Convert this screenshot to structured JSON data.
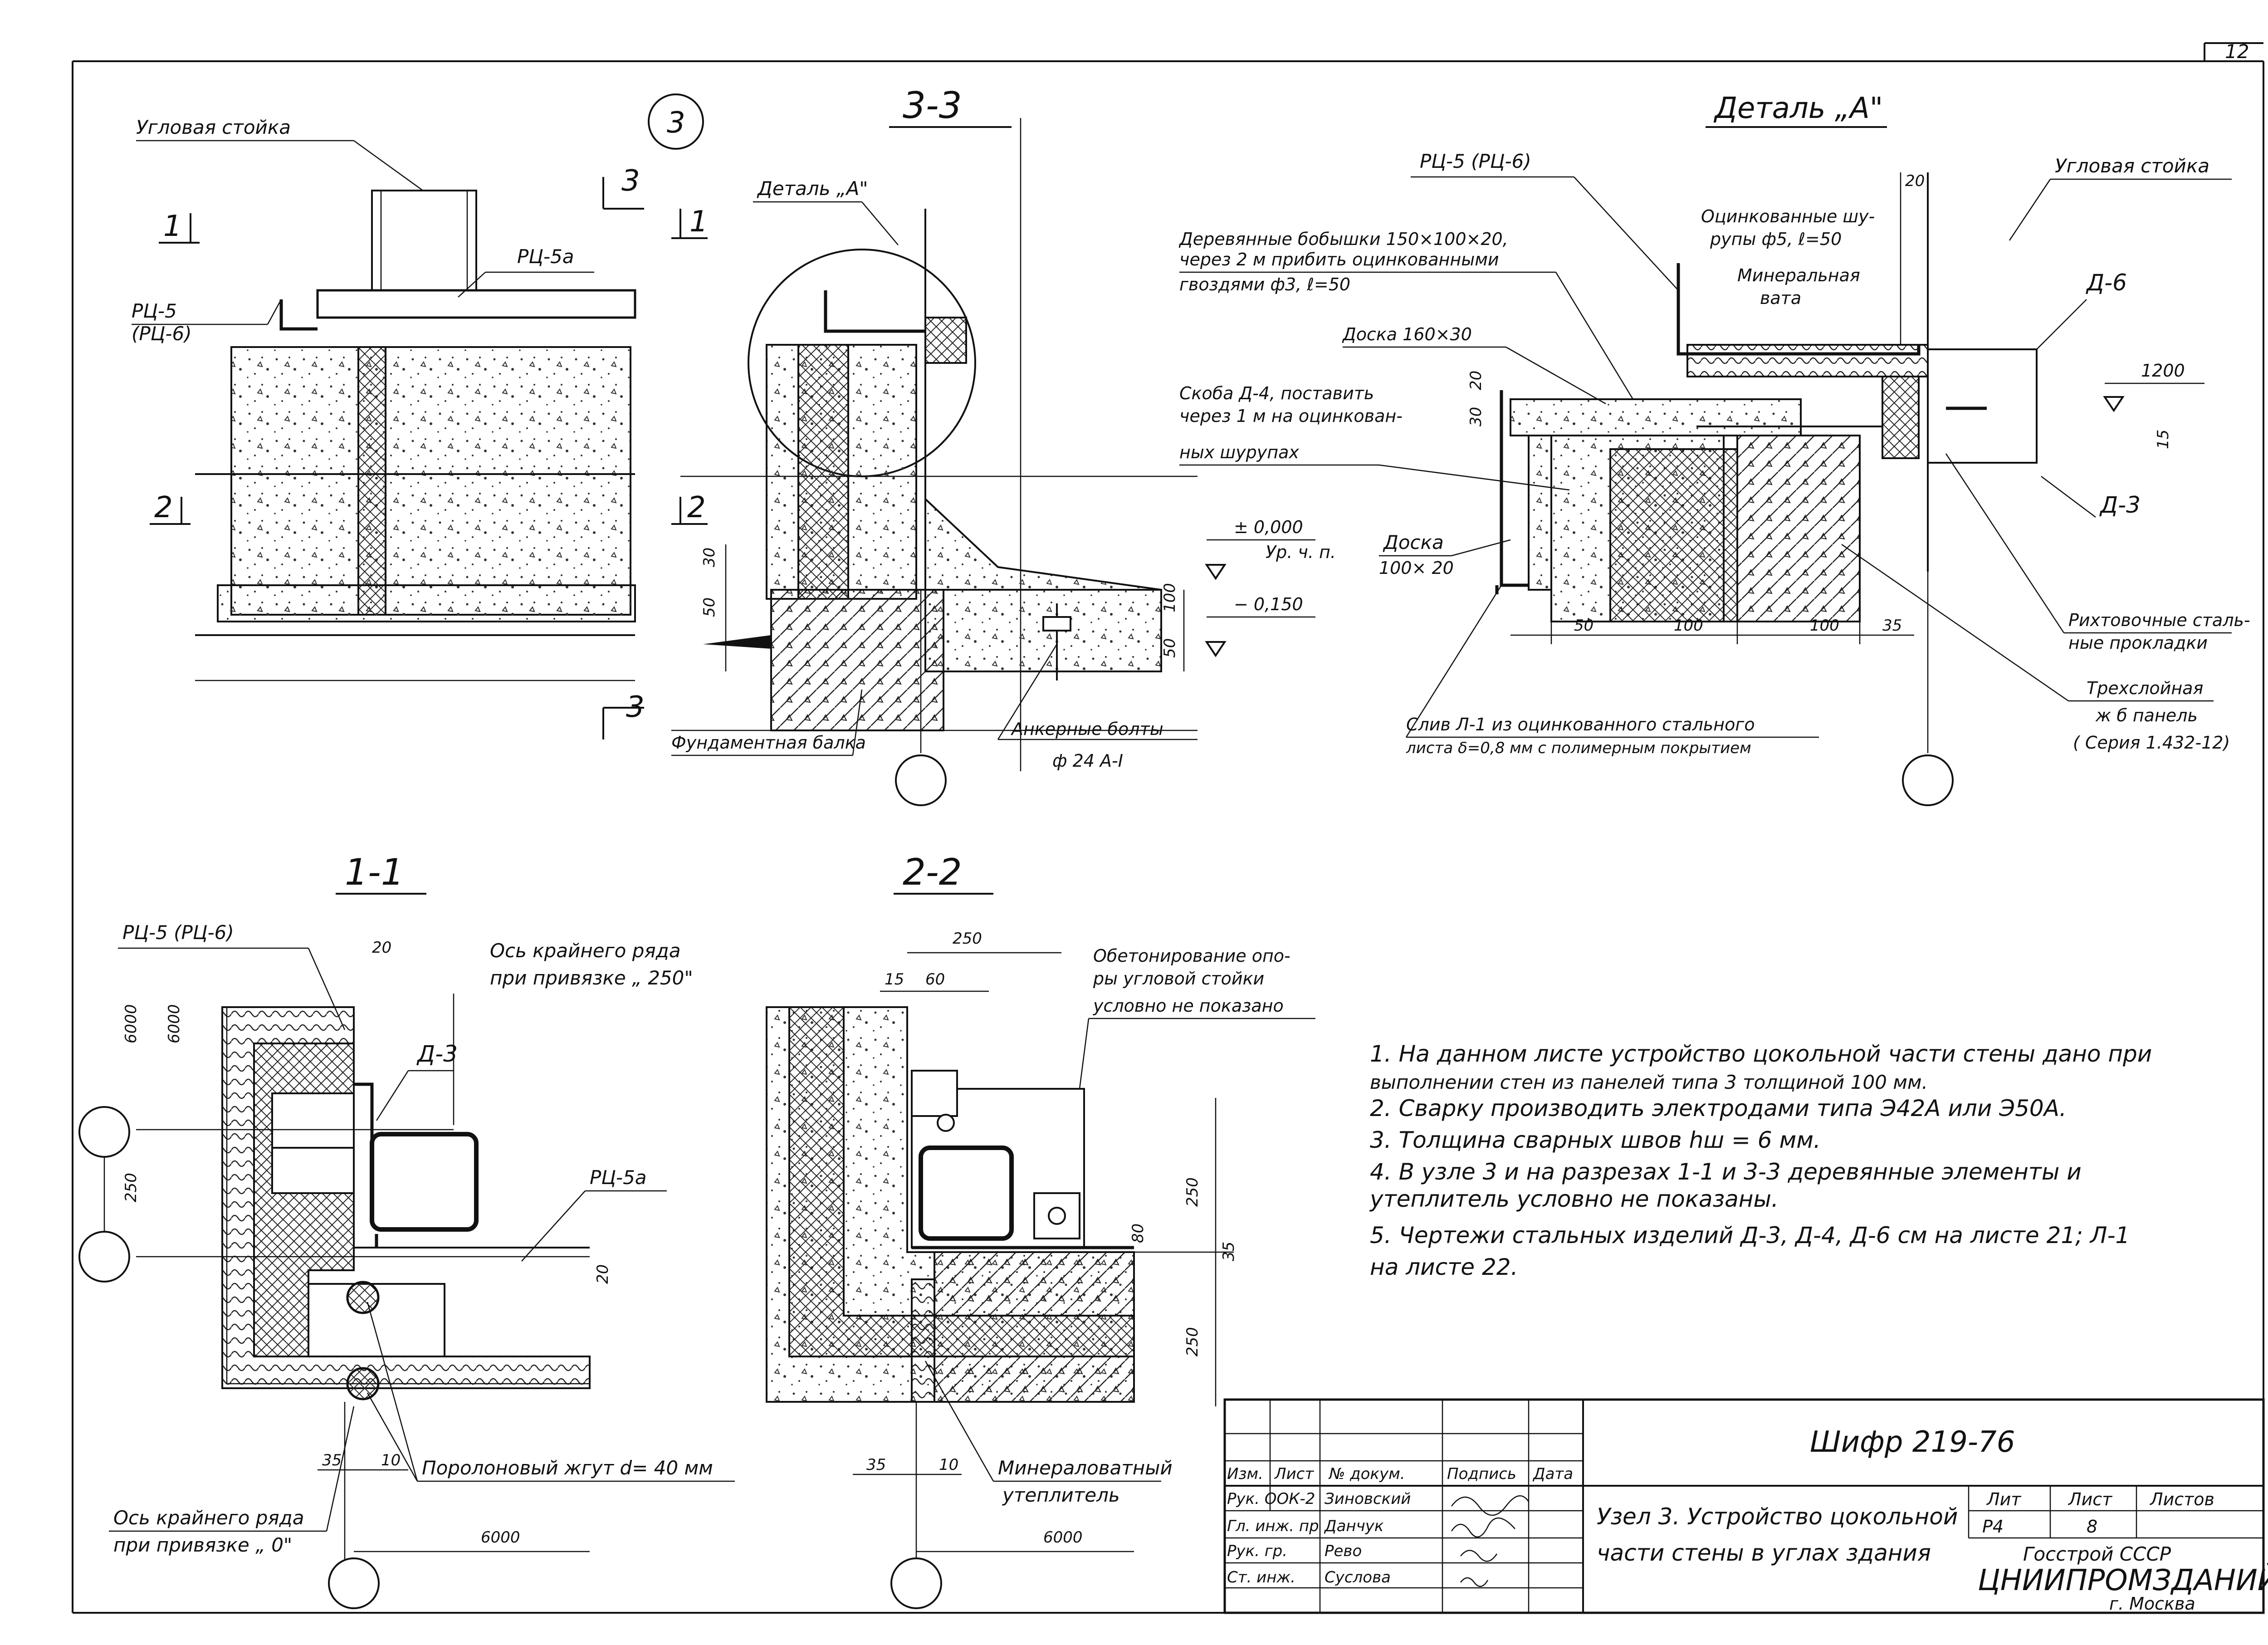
{
  "sheet": {
    "page_number": "12",
    "node_number": "3"
  },
  "sections": {
    "node": {
      "corner_post": "Угловая стойка",
      "rc5a": "РЦ-5а",
      "rc5": "РЦ-5",
      "rc6": "(РЦ-6)",
      "cut1": "1",
      "cut2": "2",
      "cut3": "3"
    },
    "s33": {
      "title": "3-3",
      "detail_ref": "Деталь „А\"",
      "level_zero": "± 0,000",
      "level_zero_sub": "Ур. ч. п.",
      "level_minus": "− 0,150",
      "dim30": "30",
      "dim50": "50",
      "dim100": "100",
      "dim50b": "50",
      "foundation_beam": "Фундаментная балка",
      "anchor_bolts": "Анкерные болты",
      "anchor_bolts_spec": "ф 24 А-I"
    },
    "detailA": {
      "title": "Деталь „А\"",
      "rc56": "РЦ-5 (РЦ-6)",
      "dim20": "20",
      "corner_post": "Угловая стойка",
      "wood_blocks_1": "Деревянные бобышки 150×100×20,",
      "wood_blocks_2": "через 2 м прибить оцинкованными",
      "wood_blocks_3": "гвоздями ф3, ℓ=50",
      "galv_screws_1": "Оцинкованные шу-",
      "galv_screws_2": "рупы ф5, ℓ=50",
      "mineral_wool_1": "Минеральная",
      "mineral_wool_2": "вата",
      "d6": "Д-6",
      "board_160": "Доска 160×30",
      "level_1200": "1200",
      "bracket_1": "Скоба Д-4, поставить",
      "bracket_2": "через 1 м на оцинкован-",
      "bracket_3": "ных шурупах",
      "dim30": "30",
      "dim20v": "20",
      "dim15": "15",
      "d3": "Д-3",
      "board_100_1": "Доска",
      "board_100_2": "100× 20",
      "dim_50": "50",
      "dim_100a": "100",
      "dim_100b": "100",
      "dim_35": "35",
      "shim_1": "Рихтовочные сталь-",
      "shim_2": "ные прокладки",
      "panel_1": "Трехслойная",
      "panel_2": "ж б панель",
      "panel_3": "( Серия 1.432-12)",
      "drip_1": "Слив Л-1 из оцинкованного стального",
      "drip_2": "листа δ=0,8 мм с полимерным покрытием"
    },
    "s11": {
      "title": "1-1",
      "rc56": "РЦ-5 (РЦ-6)",
      "dim20": "20",
      "axis_note_1": "Ось крайнего ряда",
      "axis_note_2": "при привязке „ 250\"",
      "dim6000a": "6000",
      "dim6000b": "6000",
      "d3": "Д-3",
      "dim250": "250",
      "rc5a": "РЦ-5а",
      "dim20b": "20",
      "dim35": "35",
      "dim10": "10",
      "cord": "Поролоновый жгут d= 40 мм",
      "axis0_1": "Ось крайнего ряда",
      "axis0_2": "при привязке „ 0\"",
      "dim6000c": "6000"
    },
    "s22": {
      "title": "2-2",
      "dim250": "250",
      "dim15": "15",
      "dim60": "60",
      "concrete_note_1": "Обетонирование опо-",
      "concrete_note_2": "ры угловой стойки",
      "concrete_note_3": "условно не показано",
      "dim250b": "250",
      "dim80": "80",
      "dim35": "35",
      "dim250c": "250",
      "dim35b": "35",
      "dim10": "10",
      "mw_1": "Минераловатный",
      "mw_2": "утеплитель",
      "dim6000": "6000"
    }
  },
  "notes": [
    "1.  На данном листе устройство цокольной части стены дано при",
    "     выполнении стен из панелей типа 3 толщиной 100 мм.",
    "2.  Сварку производить электродами типа Э42А или Э50А.",
    "3.  Толщина сварных швов hш = 6 мм.",
    "4.  В узле 3 и на разрезах 1-1 и 3-3 деревянные элементы и",
    "     утеплитель условно не показаны.",
    "5.  Чертежи стальных изделий Д-3, Д-4, Д-6 см на листе 21; Л-1",
    "     на листе 22."
  ],
  "title_block": {
    "cipher": "Шифр 219-76",
    "head": [
      "Изм.",
      "Лист",
      "№ докум.",
      "Подпись",
      "Дата"
    ],
    "rows": [
      {
        "role": "Рук. ООК-2",
        "name": "Зиновский"
      },
      {
        "role": "Гл. инж. пр",
        "name": "Данчук"
      },
      {
        "role": "Рук. гр.",
        "name": "Рево"
      },
      {
        "role": "Ст. инж.",
        "name": "Суслова"
      }
    ],
    "title_line1": "Узел 3. Устройство цокольной",
    "title_line2": "части стены в углах здания",
    "stage_label": "Лит",
    "stage_value": "Р4",
    "sheet_label": "Лист",
    "sheet_value": "8",
    "sheets_label": "Листов",
    "sheets_value": "",
    "org_1": "Госстрой СССР",
    "org_2": "ЦНИИПРОМЗДАНИЙ",
    "org_3": "г. Москва"
  }
}
